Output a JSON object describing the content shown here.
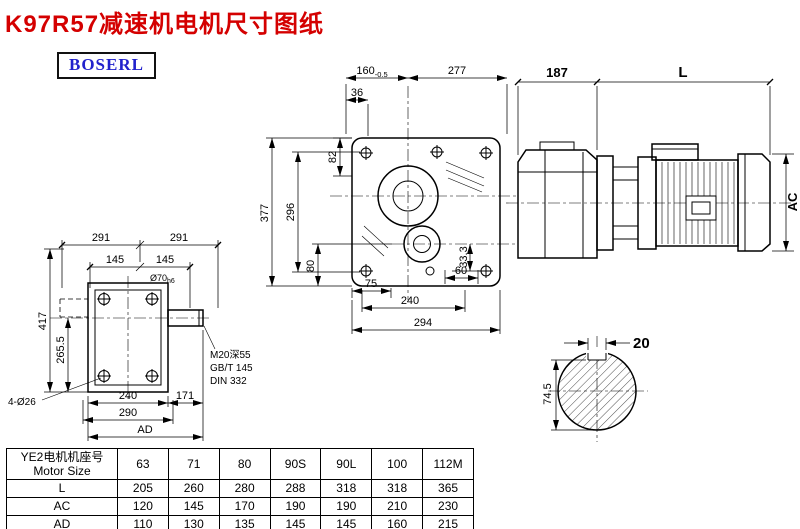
{
  "header": {
    "title": "K97R57减速机电机尺寸图纸",
    "logo": "BOSERL"
  },
  "drawing": {
    "front_view": {
      "dim_160": "160",
      "dim_160_tol": "-0.5",
      "dim_277": "277",
      "dim_36": "36",
      "dim_82": "82",
      "dim_296": "296",
      "dim_377": "377",
      "dim_80": "80",
      "dim_33_3": "33.3",
      "dim_75": "75",
      "dim_60": "60",
      "dim_240": "240",
      "dim_294": "294"
    },
    "side_view": {
      "dim_187": "187",
      "dim_L": "L",
      "dim_AC": "AC"
    },
    "left_view": {
      "dim_291_left": "291",
      "dim_291_right": "291",
      "dim_145_left": "145",
      "dim_145_right": "145",
      "shaft_dia": "Ø70",
      "shaft_fit": "h6",
      "dim_417": "417",
      "dim_265_5": "265.5",
      "dim_240": "240",
      "dim_171": "171",
      "dim_290": "290",
      "dim_AD": "AD",
      "holes_note": "4-Ø26",
      "note_tap": "M20深55",
      "note_std1": "GB/T 145",
      "note_std2": "DIN 332"
    },
    "shaft_section": {
      "dim_20": "20",
      "dim_74_5": "74.5"
    }
  },
  "table": {
    "header": {
      "line1": "YE2电机机座号",
      "line2": "Motor Size"
    },
    "columns": [
      "63",
      "71",
      "80",
      "90S",
      "90L",
      "100",
      "112M"
    ],
    "rows": [
      {
        "label": "L",
        "values": [
          "205",
          "260",
          "280",
          "288",
          "318",
          "318",
          "365"
        ]
      },
      {
        "label": "AC",
        "values": [
          "120",
          "145",
          "170",
          "190",
          "190",
          "210",
          "230"
        ]
      },
      {
        "label": "AD",
        "values": [
          "110",
          "130",
          "135",
          "145",
          "145",
          "160",
          "215"
        ]
      }
    ]
  },
  "colors": {
    "title": "#d40000",
    "logo_text": "#2222cc",
    "line": "#000000"
  }
}
